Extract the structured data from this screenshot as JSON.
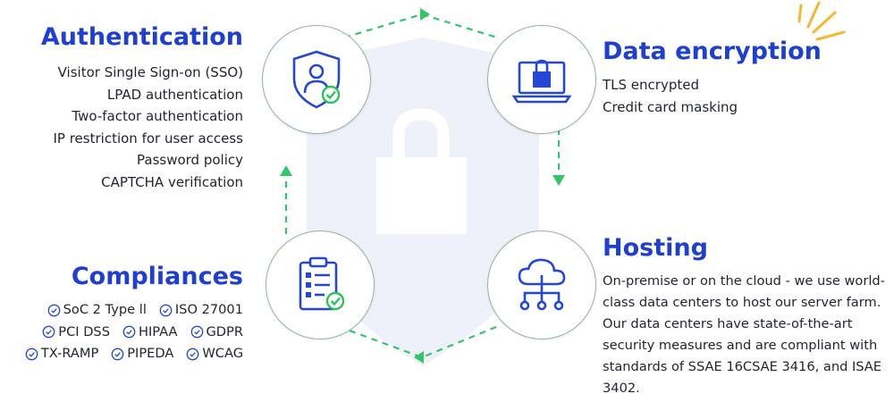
{
  "authentication": {
    "title": "Authentication",
    "items": [
      "Visitor Single Sign-on (SSO)",
      "LPAD authentication",
      "Two-factor authentication",
      "IP restriction for user access",
      "Password policy",
      "CAPTCHA verification"
    ]
  },
  "encryption": {
    "title": "Data encryption",
    "items": [
      "TLS encrypted",
      "Credit card masking"
    ]
  },
  "hosting": {
    "title": "Hosting",
    "text": "On-premise or on the cloud - we use world-class data centers to host our server farm. Our data centers have state-of-the-art security measures and are compliant with standards of SSAE 16CSAE 3416, and ISAE 3402."
  },
  "compliances": {
    "title": "Compliances",
    "rows": [
      [
        "SoC 2 Type ll",
        "ISO 27001"
      ],
      [
        "PCI DSS",
        "HIPAA",
        "GDPR"
      ],
      [
        "TX-RAMP",
        "PIPEDA",
        "WCAG"
      ]
    ]
  },
  "icons": {
    "auth": "shield-user-check-icon",
    "encryption": "laptop-lock-icon",
    "compliance": "clipboard-checklist-icon",
    "hosting": "cloud-network-icon",
    "center": "shield-lock-icon"
  },
  "colors": {
    "heading": "#1f3fd1",
    "icon_blue": "#2447d6",
    "accent_green": "#2fc25b",
    "arrow_green": "#33c56a",
    "shield_fill": "#eef1fa",
    "sparkle": "#f5b82e"
  }
}
